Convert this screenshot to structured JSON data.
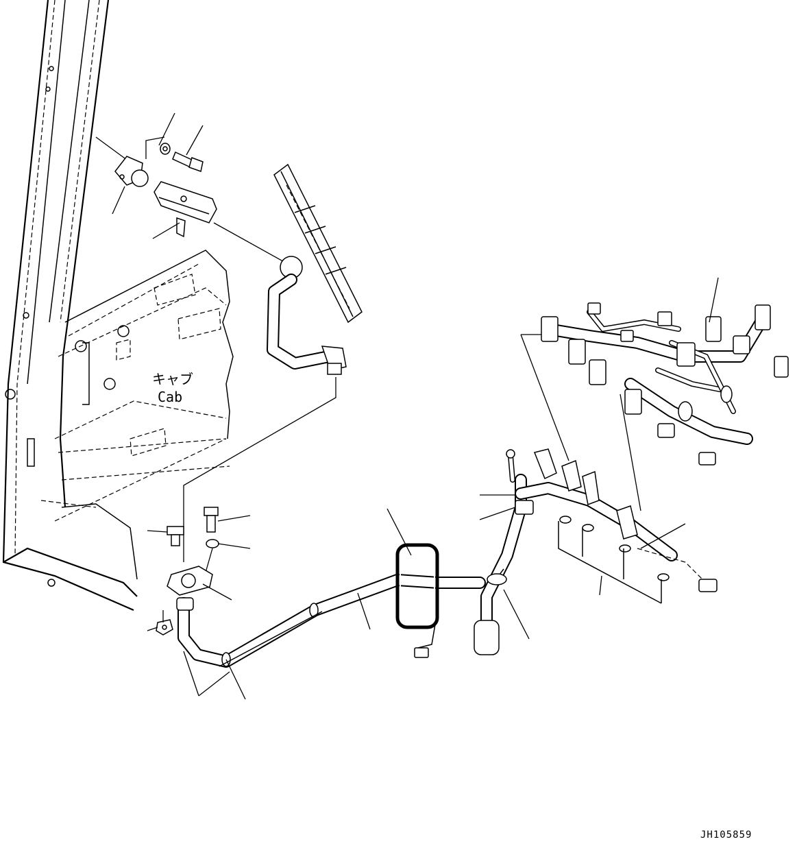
{
  "drawing": {
    "cab_label_jp": "キャブ",
    "cab_label_en": "Cab",
    "drawing_code": "JH105859"
  }
}
